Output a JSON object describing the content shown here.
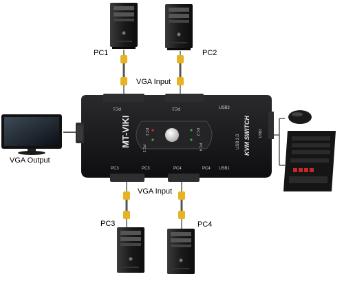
{
  "labels": {
    "pc1": "PC1",
    "pc2": "PC2",
    "pc3": "PC3",
    "pc4": "PC4",
    "vga_input_top": "VGA Input",
    "vga_input_bottom": "VGA Input",
    "vga_output": "VGA Output"
  },
  "switch": {
    "brand": "MT-VIKI",
    "model": "KVM SWITCH",
    "usb_version": "USB 2.0",
    "ports_top": [
      "PC1",
      "PC2",
      "USB3"
    ],
    "ports_bottom": [
      "PC3",
      "PC3",
      "PC4",
      "PC4",
      "USB1"
    ],
    "panel_pc1": "PC 1",
    "panel_pc2": "PC 2",
    "panel_pc3": "PC 3",
    "panel_pc4": "PC 4",
    "usb2": "USB2"
  },
  "colors": {
    "switch_body": "#1c1c1e",
    "tower": "#202020",
    "connector": "#e8b322",
    "led_red": "#d82a2a",
    "led_green": "#3aa655"
  },
  "icons": [
    "pc-tower-icon",
    "monitor-icon",
    "mouse-icon",
    "keyboard-icon",
    "vga-connector-icon",
    "kvm-switch-icon"
  ]
}
